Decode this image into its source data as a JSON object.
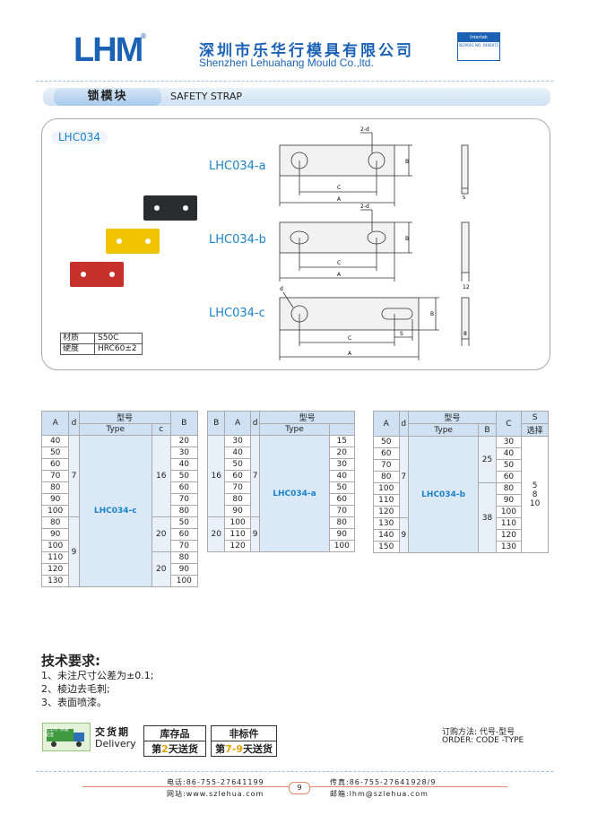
{
  "header": {
    "logo": "LHM",
    "logo_reg": "®",
    "company_cn": "深圳市乐华行模具有限公司",
    "company_en": "Shenzhen Lehuahang Mould Co.,ltd.",
    "cert_top": "Intertek",
    "cert_bottom": "ISO9001  NO. 0406072"
  },
  "section": {
    "title_cn": "锁模块",
    "title_en": "SAFETY STRAP"
  },
  "panel": {
    "tag": "LHC034",
    "variants": [
      "LHC034-a",
      "LHC034-b",
      "LHC034-c"
    ],
    "material_label": "材质",
    "material_value": "S50C",
    "hardness_label": "硬度",
    "hardness_value": "HRC60±2",
    "dim_labels": {
      "hole": "2-d",
      "d": "d",
      "B": "B",
      "C": "C",
      "A": "A",
      "S": "S",
      "twelve": "12"
    }
  },
  "table_c": {
    "headers": {
      "A": "A",
      "d": "d",
      "model": "型号",
      "type": "Type",
      "c": "c",
      "B": "B"
    },
    "A": [
      "40",
      "50",
      "60",
      "70",
      "80",
      "90",
      "100",
      "80",
      "90",
      "100",
      "110",
      "120",
      "130"
    ],
    "d": [
      "7",
      "9"
    ],
    "type": "LHC034-c",
    "c": [
      "16",
      "20",
      "20"
    ],
    "B": [
      "20",
      "30",
      "40",
      "50",
      "60",
      "70",
      "80",
      "50",
      "60",
      "70",
      "80",
      "90",
      "100"
    ]
  },
  "table_a": {
    "headers": {
      "B": "B",
      "A": "A",
      "d": "d",
      "model": "型号",
      "type": "Type"
    },
    "B": [
      "16",
      "20"
    ],
    "A": [
      "30",
      "40",
      "50",
      "60",
      "70",
      "80",
      "90",
      "100",
      "110",
      "120"
    ],
    "d": [
      "7",
      "9"
    ],
    "type": "LHC034-a",
    "last": [
      "15",
      "20",
      "30",
      "40",
      "50",
      "60",
      "70",
      "80",
      "90",
      "100"
    ]
  },
  "table_b": {
    "headers": {
      "A": "A",
      "d": "d",
      "model": "型号",
      "type": "Type",
      "B": "B",
      "C": "C",
      "S": "S",
      "select": "选择"
    },
    "A": [
      "50",
      "60",
      "70",
      "80",
      "100",
      "110",
      "120",
      "130",
      "140",
      "150"
    ],
    "d": [
      "7",
      "9"
    ],
    "type": "LHC034-b",
    "B": [
      "25",
      "38"
    ],
    "C": [
      "30",
      "40",
      "50",
      "60",
      "80",
      "90",
      "100",
      "110",
      "120",
      "130"
    ],
    "S": [
      "5",
      "8",
      "10"
    ]
  },
  "requirements": {
    "title": "技术要求:",
    "items": [
      "1、未注尺寸公差为±0.1;",
      "2、棱边去毛刺;",
      "3、表面喷漆。"
    ]
  },
  "delivery": {
    "truck_text": "乐华行 快速配送",
    "label_cn": "交货期",
    "label_en": "Delivery",
    "stock_title": "库存品",
    "stock_pre": "第",
    "stock_num": "2",
    "stock_post": "天送货",
    "custom_title": "非标件",
    "custom_pre": "第",
    "custom_num": "7-9",
    "custom_post": "天送货"
  },
  "order": {
    "line1": "订购方法: 代号-型号",
    "line2": "ORDER:  CODE -TYPE"
  },
  "footer": {
    "phone": "电话:86-755-27641199",
    "fax": "传真:86-755-27641928/9",
    "site": "网站:www.szlehua.com",
    "email": "邮箱:lhm@szlehua.com",
    "page": "9"
  },
  "colors": {
    "brand": "#1b62b5",
    "accent": "#1b82c9",
    "header_fill": "#cfe1f3",
    "black_block": "#2a2d2f",
    "yellow_block": "#f0c400",
    "red_block": "#c8302b"
  }
}
